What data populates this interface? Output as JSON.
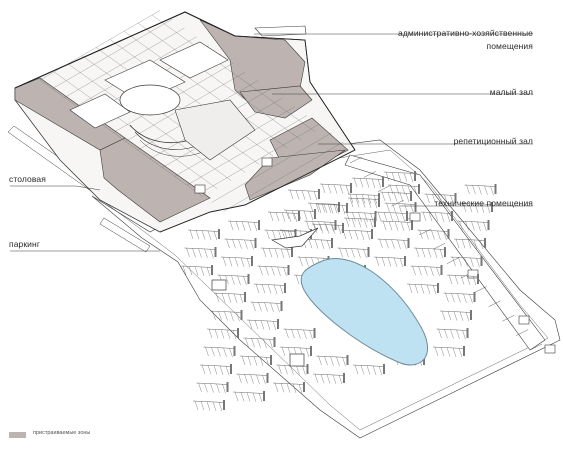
{
  "labels": {
    "admin_line1": "административно-хозяйственные",
    "admin_line2": "помещения",
    "small_hall": "малый зал",
    "rehearsal_hall": "репетиционный зал",
    "canteen": "столовая",
    "technical": "технические помещения",
    "parking": "паркинг"
  },
  "legend": {
    "text": "пристраиваемые зоны"
  },
  "colors": {
    "annex_fill": "#bdb4b1",
    "line": "#3a3a3a",
    "pool_fill": "#bfe2f2",
    "pool_stroke": "#6e8b98",
    "background": "#ffffff"
  }
}
